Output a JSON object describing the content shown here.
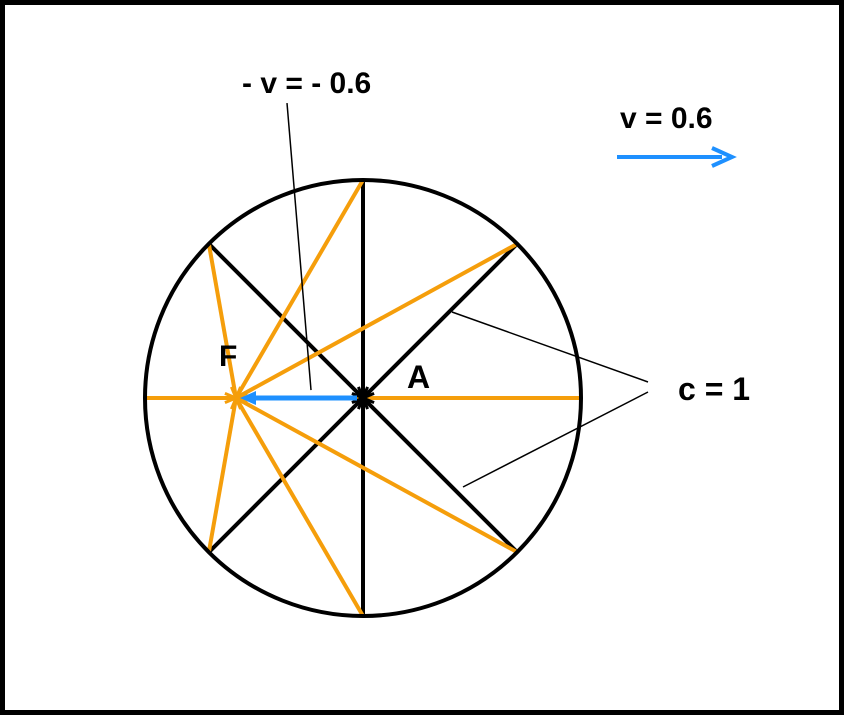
{
  "labels": {
    "neg_velocity": "- v = - 0.6",
    "velocity": "v = 0.6",
    "speed_of_light": "c = 1",
    "point_a": "A",
    "point_f": "F"
  },
  "physics": {
    "velocity": 0.6,
    "speed_of_light": 1
  },
  "colors": {
    "black_rays": "#000000",
    "orange_rays": "#f59e0b",
    "velocity_arrow": "#1e90ff",
    "background": "#ffffff"
  }
}
